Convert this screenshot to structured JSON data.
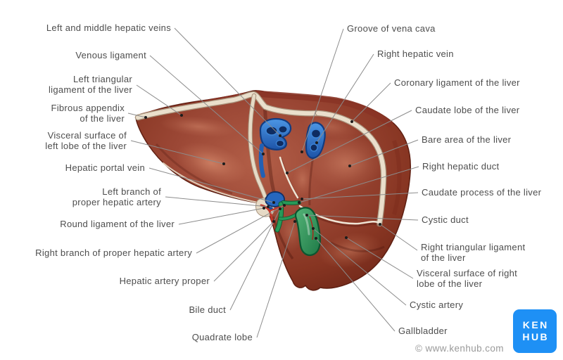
{
  "figure": {
    "subject": "Liver diagram - visceral surface with gallbladder",
    "credit": "© www.kenhub.com"
  },
  "labels": {
    "left": [
      "Left and middle hepatic veins",
      "Venous ligament",
      "Left triangular\nligament of the liver",
      "Fibrous appendix\nof the liver",
      "Visceral surface of\nleft lobe of the liver",
      "Hepatic portal vein",
      "Left branch of\nproper hepatic artery",
      "Round ligament of the liver",
      "Right branch of proper hepatic artery",
      "Hepatic artery proper",
      "Bile duct",
      "Quadrate lobe"
    ],
    "right": [
      "Groove of vena cava",
      "Right hepatic vein",
      "Coronary ligament of the liver",
      "Caudate lobe of the liver",
      "Bare area of the liver",
      "Right hepatic duct",
      "Caudate process of the liver",
      "Cystic duct",
      "Right triangular ligament\nof the liver",
      "Visceral surface of right\nlobe of the liver",
      "Cystic artery",
      "Gallbladder"
    ]
  },
  "logo": {
    "line1": "KEN",
    "line2": "HUB"
  },
  "colors": {
    "logo_blue": "#1E90F5",
    "label_text": "#4d4d4d",
    "leader_line": "#8c8c8c",
    "credit_text": "#9a9a9a",
    "liver_base": "#9A4533",
    "liver_dark": "#6B2517",
    "liver_highlight": "#DE9678",
    "ligament_cream": "#EADFCC",
    "vein_blue": "#2F77CC",
    "artery_red": "#C2372A",
    "bile_green": "#279A59"
  }
}
